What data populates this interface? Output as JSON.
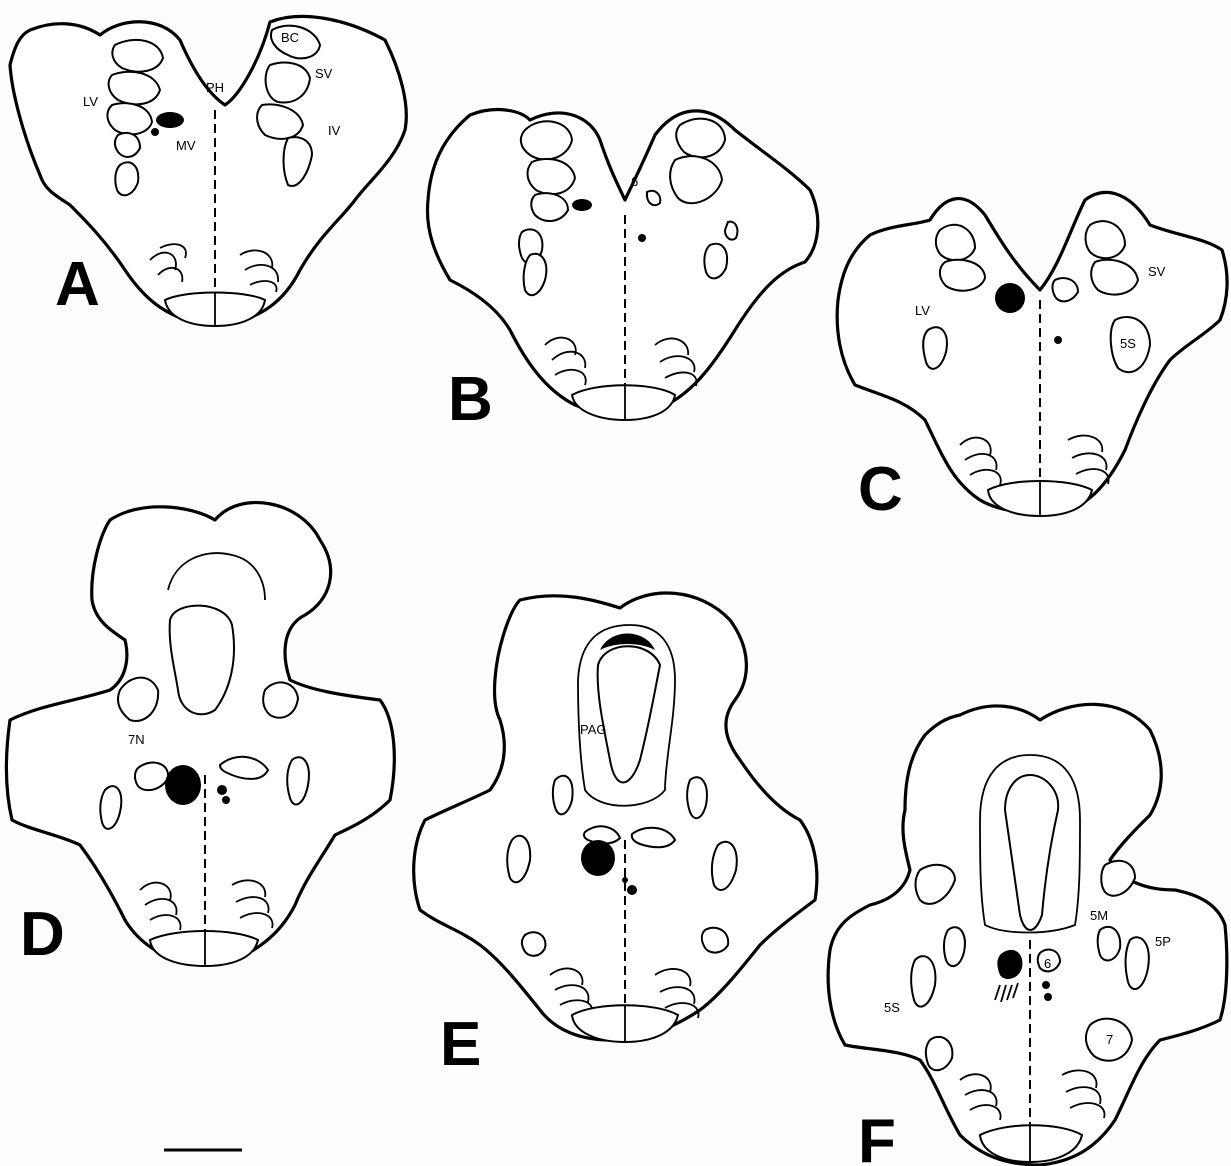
{
  "panels": [
    "A",
    "B",
    "C",
    "D",
    "E",
    "F"
  ],
  "labels": {
    "A": {
      "bc": "BC",
      "sv": "SV",
      "lv": "LV",
      "ph": "PH",
      "iv": "IV",
      "mv": "MV"
    },
    "B": {
      "six": "6"
    },
    "C": {
      "sv": "SV",
      "lv": "LV",
      "fives": "5S"
    },
    "D": {
      "sevenn": "7N"
    },
    "E": {
      "pag": "PAG"
    },
    "F": {
      "fivem": "5M",
      "fivep": "5P",
      "fives": "5S",
      "six": "6",
      "seven": "7"
    }
  }
}
